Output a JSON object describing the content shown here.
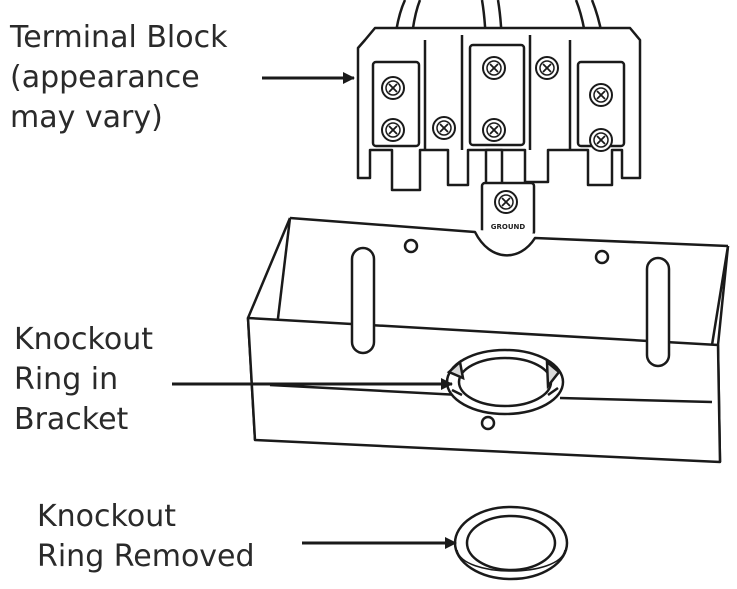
{
  "labels": {
    "terminal_block": [
      "Terminal Block",
      "(appearance",
      "may vary)"
    ],
    "knockout_in_bracket": [
      "Knockout",
      "Ring in",
      "Bracket"
    ],
    "knockout_removed": [
      "Knockout",
      "Ring Removed"
    ]
  },
  "ground_tag": "GROUND",
  "colors": {
    "line": "#1a1a1a",
    "fill": "#ffffff",
    "shade": "#d9d9d9"
  }
}
